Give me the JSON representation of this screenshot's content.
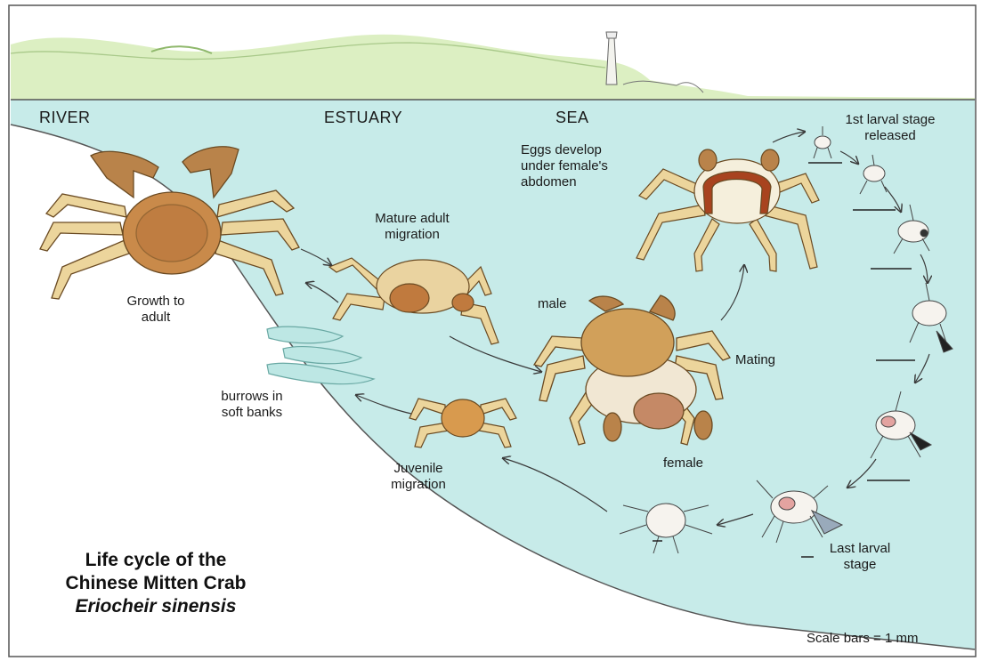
{
  "zones": {
    "river": "RIVER",
    "estuary": "ESTUARY",
    "sea": "SEA"
  },
  "labels": {
    "growth_line1": "Growth to",
    "growth_line2": "adult",
    "mature_line1": "Mature adult",
    "mature_line2": "migration",
    "burrows_line1": "burrows in",
    "burrows_line2": "soft banks",
    "juvenile_line1": "Juvenile",
    "juvenile_line2": "migration",
    "eggs_line1": "Eggs develop",
    "eggs_line2": "under female's",
    "eggs_line3": "abdomen",
    "larval1_line1": "1st larval stage",
    "larval1_line2": "released",
    "male": "male",
    "female": "female",
    "mating": "Mating",
    "last_larval_line1": "Last larval",
    "last_larval_line2": "stage",
    "scale": "Scale bars = 1 mm"
  },
  "title": {
    "line1": "Life cycle of the",
    "line2": "Chinese Mitten Crab",
    "scientific": "Eriocheir sinensis"
  },
  "colors": {
    "water": "#c7ebe9",
    "land": "#dbeec0",
    "crab_shell": "#c98a4a",
    "crab_legs": "#e9d49a",
    "egg_mass": "#a8431f"
  }
}
